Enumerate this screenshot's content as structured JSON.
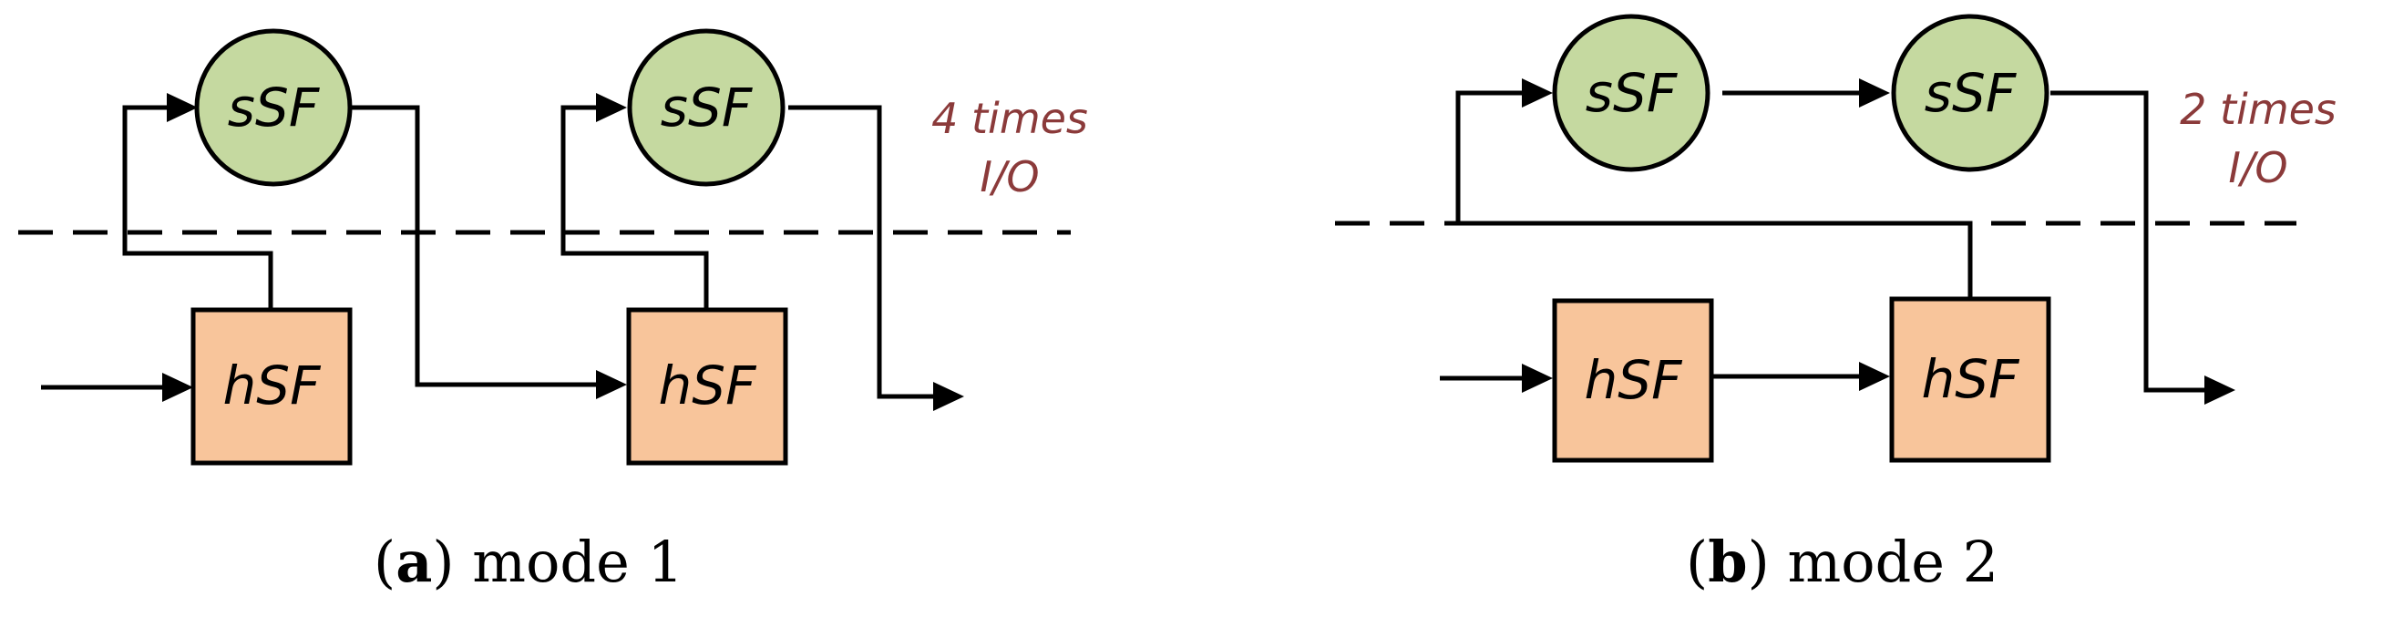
{
  "colors": {
    "circle_fill": "#c5d9a0",
    "box_fill": "#f8c59b",
    "line": "#000000",
    "annotation": "#8b3a3a"
  },
  "panel_a": {
    "caption_letter": "a",
    "caption_text": " mode 1",
    "annotation_line1": "4 times",
    "annotation_line2": "I/O",
    "nodes": {
      "ssf_1": "sSF",
      "ssf_2": "sSF",
      "hsf_1": "hSF",
      "hsf_2": "hSF"
    }
  },
  "panel_b": {
    "caption_letter": "b",
    "caption_text": " mode 2",
    "annotation_line1": "2 times",
    "annotation_line2": "I/O",
    "nodes": {
      "ssf_1": "sSF",
      "ssf_2": "sSF",
      "hsf_1": "hSF",
      "hsf_2": "hSF"
    }
  }
}
